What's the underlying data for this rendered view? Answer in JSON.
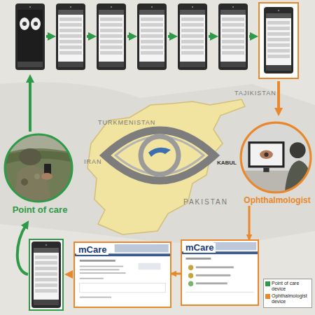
{
  "diagram": {
    "nodes": [
      {
        "text": [
          "Point of care"
        ]
      },
      {
        "text": [
          "Ophthalmologist"
        ]
      },
      {
        "text": [
          "mCare"
        ]
      },
      {
        "text": [
          "mCare"
        ]
      }
    ],
    "edges": [
      {
        "from": 1,
        "to": 2,
        "arrow": "to"
      },
      {
        "from": 2,
        "to": 3,
        "arrow": "to"
      }
    ],
    "labels": [
      "TURKMENISTAN",
      "TAJIKISTAN",
      "IRAN",
      "KABUL",
      "PAKISTAN"
    ],
    "legend": [
      {
        "text": "Point of care device",
        "color": "#2e9a47"
      },
      {
        "text": "Ophthalmologist device",
        "color": "#e8872b"
      }
    ]
  }
}
